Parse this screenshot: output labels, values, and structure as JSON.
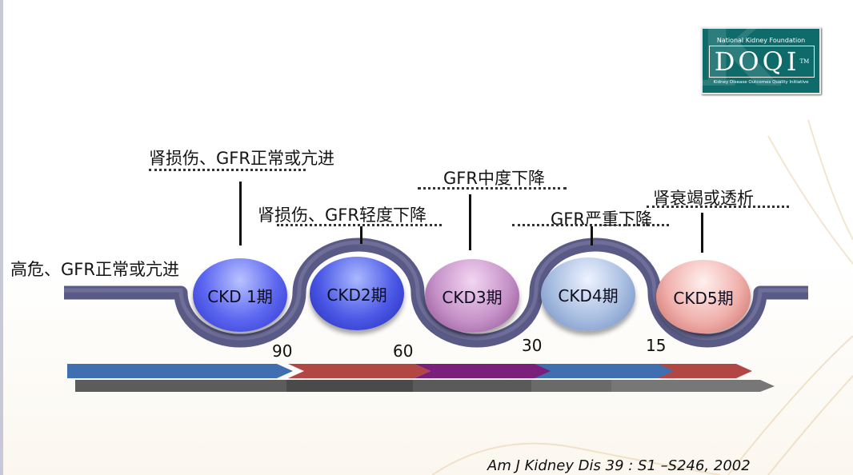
{
  "logo": {
    "org_name": "National Kidney Foundation",
    "brand": "DOQI",
    "trademark": "TM",
    "tagline": "Kidney Disease Outcomes Quality Initiative"
  },
  "labels": {
    "high_risk": "高危、GFR正常或亢进",
    "stage1_desc": "肾损伤、GFR正常或亢进",
    "stage2_desc": "肾损伤、GFR轻度下降",
    "stage3_desc": "GFR中度下降",
    "stage4_desc": "GFR严重下降",
    "stage5_desc": "肾衰竭或透析"
  },
  "stages": [
    {
      "label": "CKD 1期"
    },
    {
      "label": "CKD2期"
    },
    {
      "label": "CKD3期"
    },
    {
      "label": "CKD4期"
    },
    {
      "label": "CKD5期"
    }
  ],
  "thresholds": [
    "90",
    "60",
    "30",
    "15"
  ],
  "arrow_colors": [
    "#3f6fb0",
    "#b24645",
    "#7a1f7a",
    "#3f6fb0",
    "#b24645"
  ],
  "citation": "Am J Kidney Dis 39 : S1 –S246, 2002"
}
